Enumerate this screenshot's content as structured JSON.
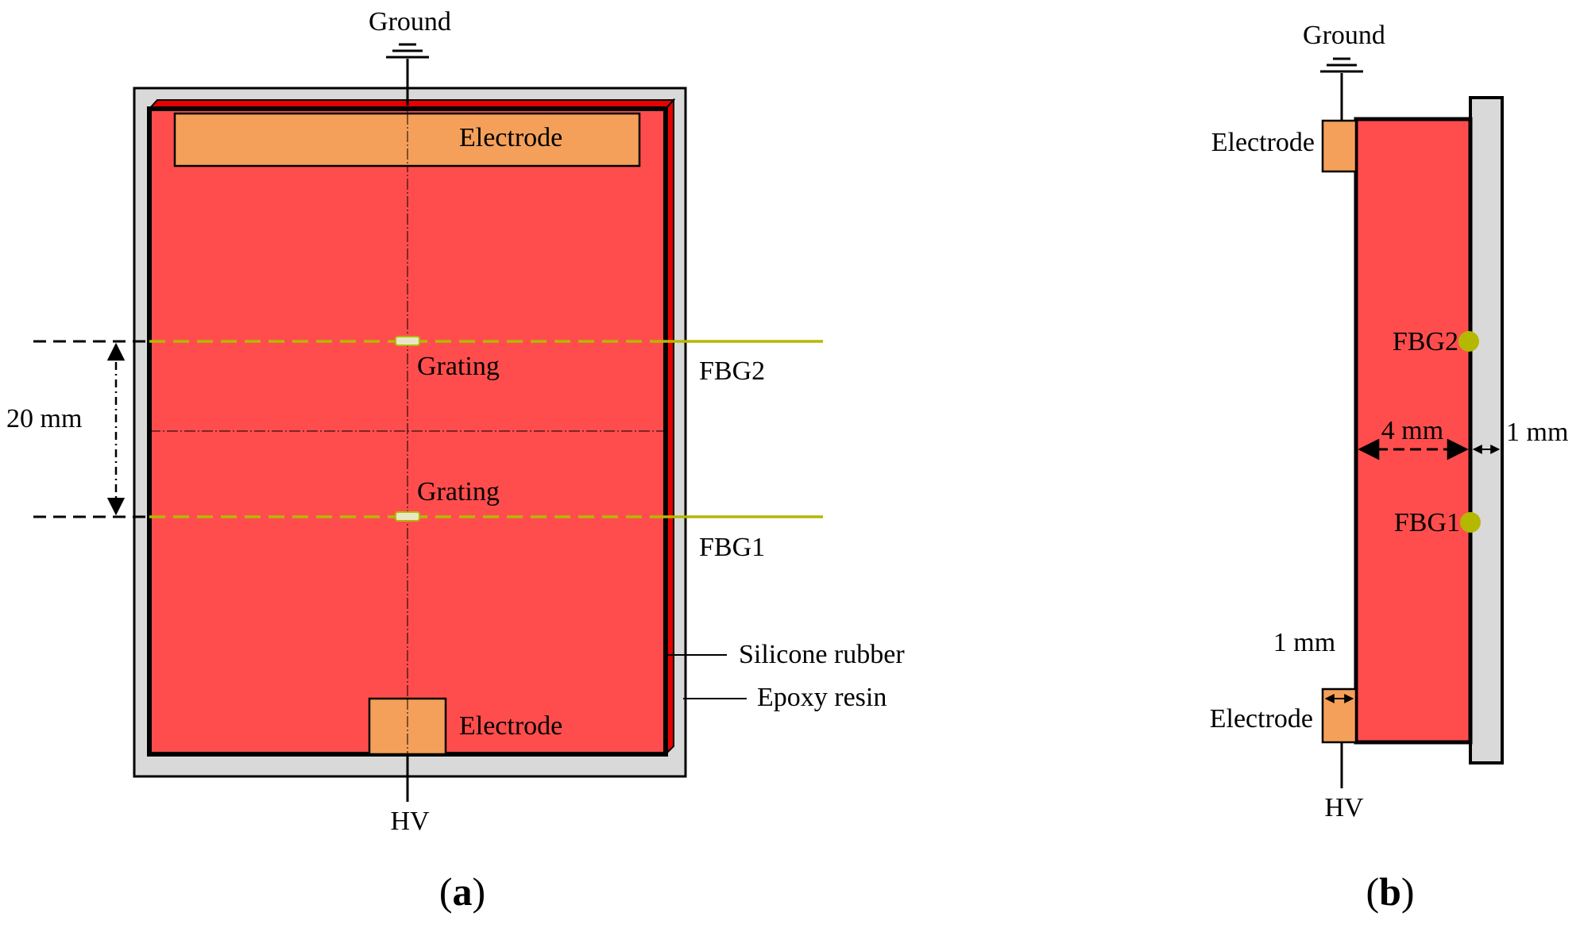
{
  "panel_a": {
    "ground_label": "Ground",
    "hv_label": "HV",
    "electrode_top_label": "Electrode",
    "electrode_bottom_label": "Electrode",
    "grating_top_label": "Grating",
    "grating_bottom_label": "Grating",
    "fbg2_label": "FBG2",
    "fbg1_label": "FBG1",
    "spacing_label": "20 mm",
    "silicone_label": "Silicone rubber",
    "epoxy_label": "Epoxy resin",
    "caption_open": "(",
    "caption_letter": "a",
    "caption_close": ")"
  },
  "panel_b": {
    "ground_label": "Ground",
    "hv_label": "HV",
    "electrode_top_label": "Electrode",
    "electrode_bottom_label": "Electrode",
    "fbg2_label": "FBG2",
    "fbg1_label": "FBG1",
    "thickness_label": "4 mm",
    "shell_label": "1 mm",
    "electrode_thickness_label": "1 mm",
    "caption_open": "(",
    "caption_letter": "b",
    "caption_close": ")"
  },
  "colors": {
    "silicone_rubber": "#ff4d4d",
    "epoxy_resin": "#d9d9d9",
    "electrode": "#f4a05a",
    "fiber": "#b5b800",
    "outline": "#000000",
    "edge_red": "#e60000"
  }
}
